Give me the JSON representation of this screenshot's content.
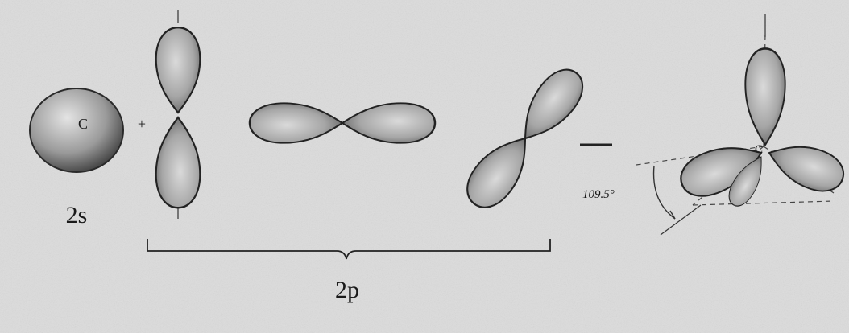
{
  "labels": {
    "s_orbital_center": "C",
    "plus_sign": "+",
    "s_orbital": "2s",
    "p_orbitals": "2p",
    "hybrid_center": "C",
    "bond_angle": "109.5°"
  },
  "colors": {
    "background": "#dcdcdc",
    "lobe_light": "#d0d0d0",
    "lobe_dark": "#5a5a5a",
    "ink": "#1a1a1a"
  }
}
